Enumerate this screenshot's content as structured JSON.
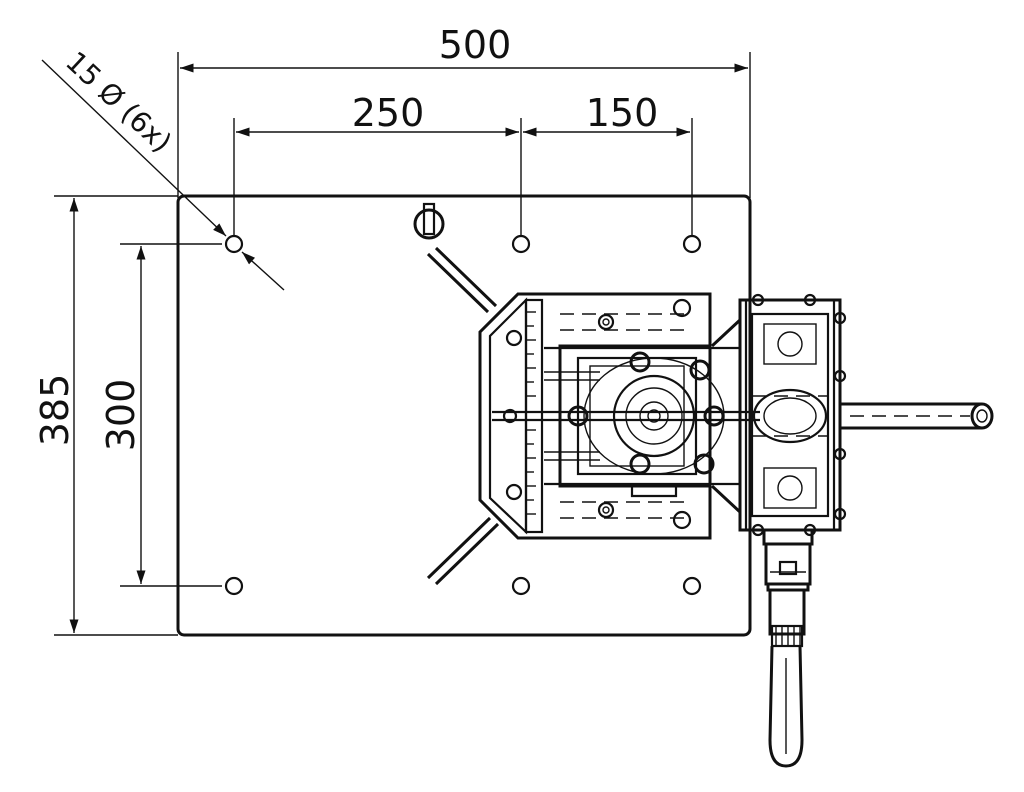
{
  "dimensions": {
    "width_total": "500",
    "hole_span_left": "250",
    "hole_span_right": "150",
    "height_total": "385",
    "hole_span_vertical": "300",
    "hole_spec": "15 Ø (6x)"
  },
  "colors": {
    "line": "#111111",
    "background": "#ffffff"
  }
}
